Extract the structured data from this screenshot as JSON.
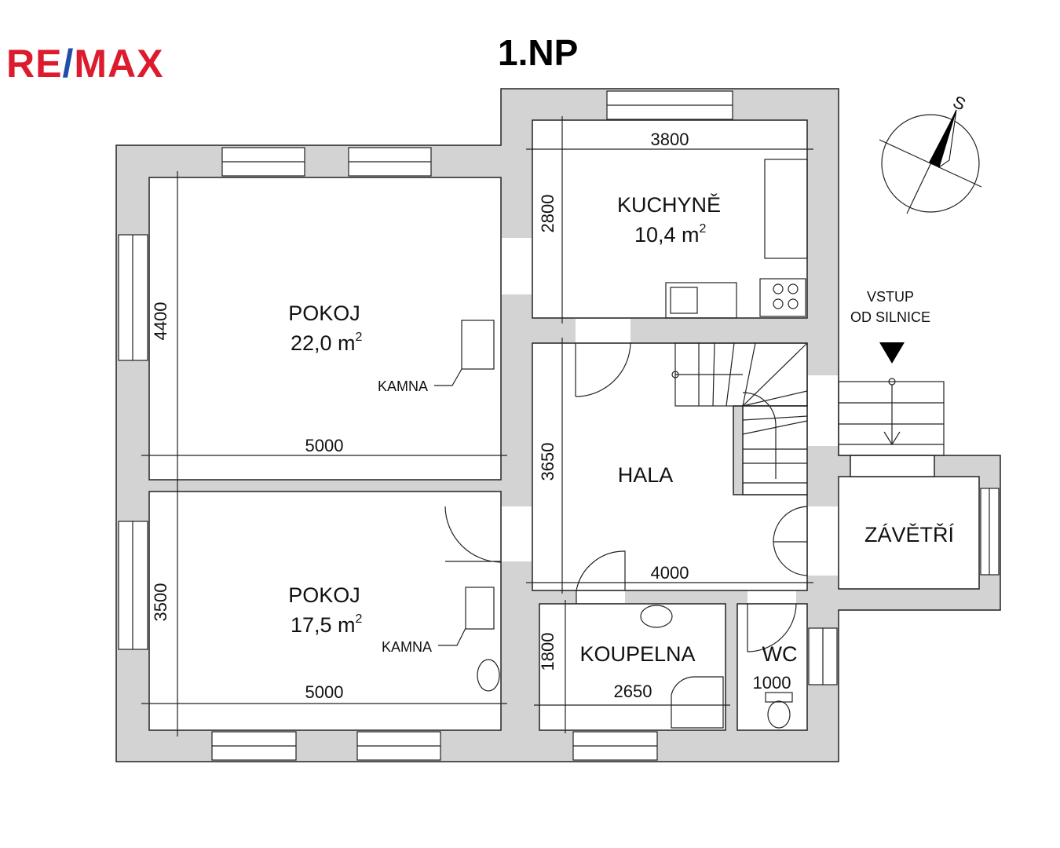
{
  "logo": {
    "part1": "RE",
    "slash": "/",
    "part2": "MAX",
    "brand_red": "#dc1c2e",
    "brand_blue": "#1f4fa8"
  },
  "title": "1.NP",
  "compass": {
    "label": "S"
  },
  "entrance": {
    "line1": "VSTUP",
    "line2": "OD SILNICE"
  },
  "rooms": {
    "pokoj1": {
      "name": "POKOJ",
      "area": "22,0 m",
      "exp": "2",
      "stove": "KAMNA",
      "width": "5000",
      "depth": "4400"
    },
    "pokoj2": {
      "name": "POKOJ",
      "area": "17,5 m",
      "exp": "2",
      "stove": "KAMNA",
      "width": "5000",
      "depth": "3500"
    },
    "kuchyne": {
      "name": "KUCHYNĚ",
      "area": "10,4 m",
      "exp": "2",
      "width": "3800",
      "depth": "2800"
    },
    "hala": {
      "name": "HALA",
      "width": "4000",
      "depth": "3650"
    },
    "koupelna": {
      "name": "KOUPELNA",
      "width": "2650",
      "depth": "1800"
    },
    "wc": {
      "name": "WC",
      "width": "1000"
    },
    "zavetri": {
      "name": "ZÁVĚTŘÍ"
    }
  }
}
